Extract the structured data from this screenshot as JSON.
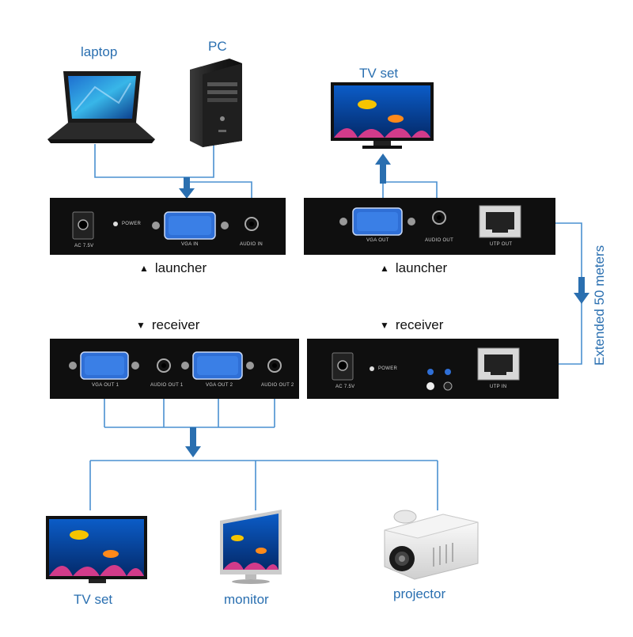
{
  "labels": {
    "laptop": "laptop",
    "pc": "PC",
    "tv_set_top": "TV set",
    "extended": "Extended 50 meters",
    "tv_set_bottom": "TV set",
    "monitor": "monitor",
    "projector": "projector"
  },
  "devices": {
    "launcher_1": "launcher",
    "launcher_2": "launcher",
    "receiver_1": "receiver",
    "receiver_2": "receiver"
  },
  "markers": {
    "up": "▲",
    "down": "▼"
  },
  "ports": {
    "ac": "AC 7.5V",
    "power": "POWER",
    "vga_in": "VGA IN",
    "audio_in": "AUDIO IN",
    "vga_out": "VGA OUT",
    "audio_out": "AUDIO OUT",
    "utp_out": "UTP OUT",
    "vga_out_1": "VGA OUT 1",
    "audio_out_1": "AUDIO OUT 1",
    "vga_out_2": "VGA OUT 2",
    "audio_out_2": "AUDIO OUT 2",
    "utp_in": "UTP IN"
  },
  "colors": {
    "wire": "#4a90d0",
    "text_blue": "#2a6fb0",
    "device_body": "#0f0f0f",
    "vga_blue": "#2f6fd6"
  }
}
